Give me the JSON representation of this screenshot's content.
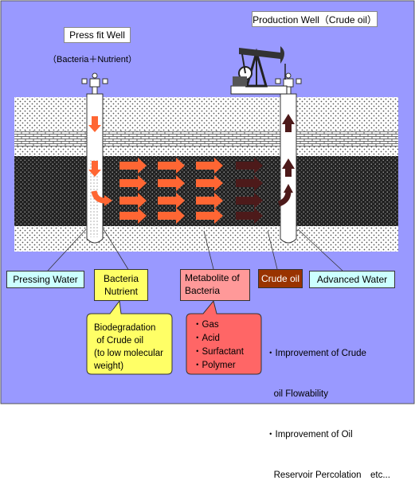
{
  "labels": {
    "press_well": "Press fit Well",
    "production_well": "Production Well（Crude oil）",
    "injection_note": "（Bacteria＋Nutrient）"
  },
  "boxes": {
    "pressing_water": "Pressing Water",
    "bacteria_nutrient": "Bacteria\nNutrient",
    "metabolite": "Metabolite of\nBacteria",
    "crude_oil": "Crude oil",
    "advanced_water": "Advanced Water"
  },
  "callouts": {
    "biodegradation": "Biodegradation\n of Crude oil\n(to low molecular\nweight)",
    "metabolites_list": [
      "・Gas",
      "・Acid",
      "・Surfactant",
      "・Polymer"
    ],
    "effects": [
      "・Improvement of Crude",
      "   oil Flowability",
      "・Improvement of Oil",
      "   Reservoir Percolation　etc..."
    ]
  },
  "colors": {
    "background": "#9999ff",
    "orange_arrow": "#ff6633",
    "dark_arrow": "#4d1a1a",
    "yellow_callout": "#ffff66",
    "red_callout": "#ff6666",
    "cyan_box": "#ccffff",
    "pink_box": "#ff9999",
    "brown_box": "#993300"
  }
}
